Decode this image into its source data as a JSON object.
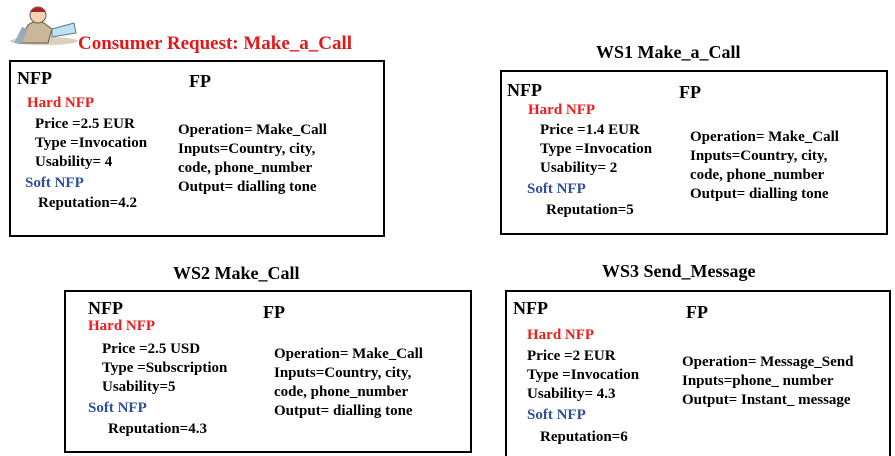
{
  "consumer": {
    "title": "Consumer Request: Make_a_Call",
    "nfp": "NFP",
    "fp": "FP",
    "hard_label": "Hard NFP",
    "hard": [
      "Price =2.5 EUR",
      "Type =Invocation",
      "Usability= 4"
    ],
    "soft_label": "Soft NFP",
    "soft": [
      "Reputation=4.2"
    ],
    "fp_lines": [
      "Operation= Make_Call",
      "Inputs=Country, city,",
      "code, phone_number",
      "Output= dialling tone"
    ]
  },
  "ws1": {
    "title": "WS1 Make_a_Call",
    "nfp": "NFP",
    "fp": "FP",
    "hard_label": "Hard NFP",
    "hard": [
      "Price =1.4 EUR",
      "Type =Invocation",
      "Usability= 2"
    ],
    "soft_label": "Soft NFP",
    "soft": [
      "Reputation=5"
    ],
    "fp_lines": [
      "Operation= Make_Call",
      "Inputs=Country, city,",
      "code, phone_number",
      "Output= dialling tone"
    ]
  },
  "ws2": {
    "title": "WS2 Make_Call",
    "nfp": "NFP",
    "fp": "FP",
    "hard_label": "Hard NFP",
    "hard": [
      "Price =2.5 USD",
      "Type =Subscription",
      "Usability=5"
    ],
    "soft_label": "Soft NFP",
    "soft": [
      "Reputation=4.3"
    ],
    "fp_lines": [
      "Operation= Make_Call",
      "Inputs=Country, city,",
      "code, phone_number",
      "Output= dialling tone"
    ]
  },
  "ws3": {
    "title": "WS3 Send_Message",
    "nfp": "NFP",
    "fp": "FP",
    "hard_label": "Hard NFP",
    "hard": [
      "Price =2 EUR",
      "Type =Invocation",
      "Usability= 4.3"
    ],
    "soft_label": "Soft NFP",
    "soft": [
      "Reputation=6"
    ],
    "fp_lines": [
      "Operation= Message_Send",
      "Inputs=phone_ number",
      "Output= Instant_ message"
    ]
  },
  "colors": {
    "hard": "#ee1c1c",
    "soft": "#2f4f9a",
    "title_red": "#e01818"
  },
  "icons": [
    "person-at-desk-icon"
  ]
}
